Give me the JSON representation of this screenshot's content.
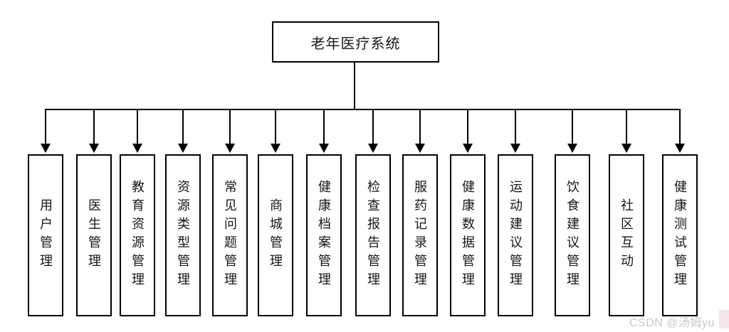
{
  "diagram": {
    "root": {
      "label": "老年医疗系统"
    },
    "modules": [
      {
        "label": "用户管理"
      },
      {
        "label": "医生管理"
      },
      {
        "label": "教育资源管理"
      },
      {
        "label": "资源类型管理"
      },
      {
        "label": "常见问题管理"
      },
      {
        "label": "商城管理"
      },
      {
        "label": "健康档案管理"
      },
      {
        "label": "检查报告管理"
      },
      {
        "label": "服药记录管理"
      },
      {
        "label": "健康数据管理"
      },
      {
        "label": "运动建议管理"
      },
      {
        "label": "饮食建议管理"
      },
      {
        "label": "社区互动"
      },
      {
        "label": "健康测试管理"
      }
    ]
  },
  "watermark": {
    "text": "CSDN @汤姆yu"
  },
  "colors": {
    "line": "#000000",
    "box_border": "#000000",
    "box_fill": "#ffffff",
    "text": "#161616",
    "watermark_text": "#c7c7d1",
    "watermark_accent": "#f5e4eb",
    "background": "#ffffff"
  }
}
